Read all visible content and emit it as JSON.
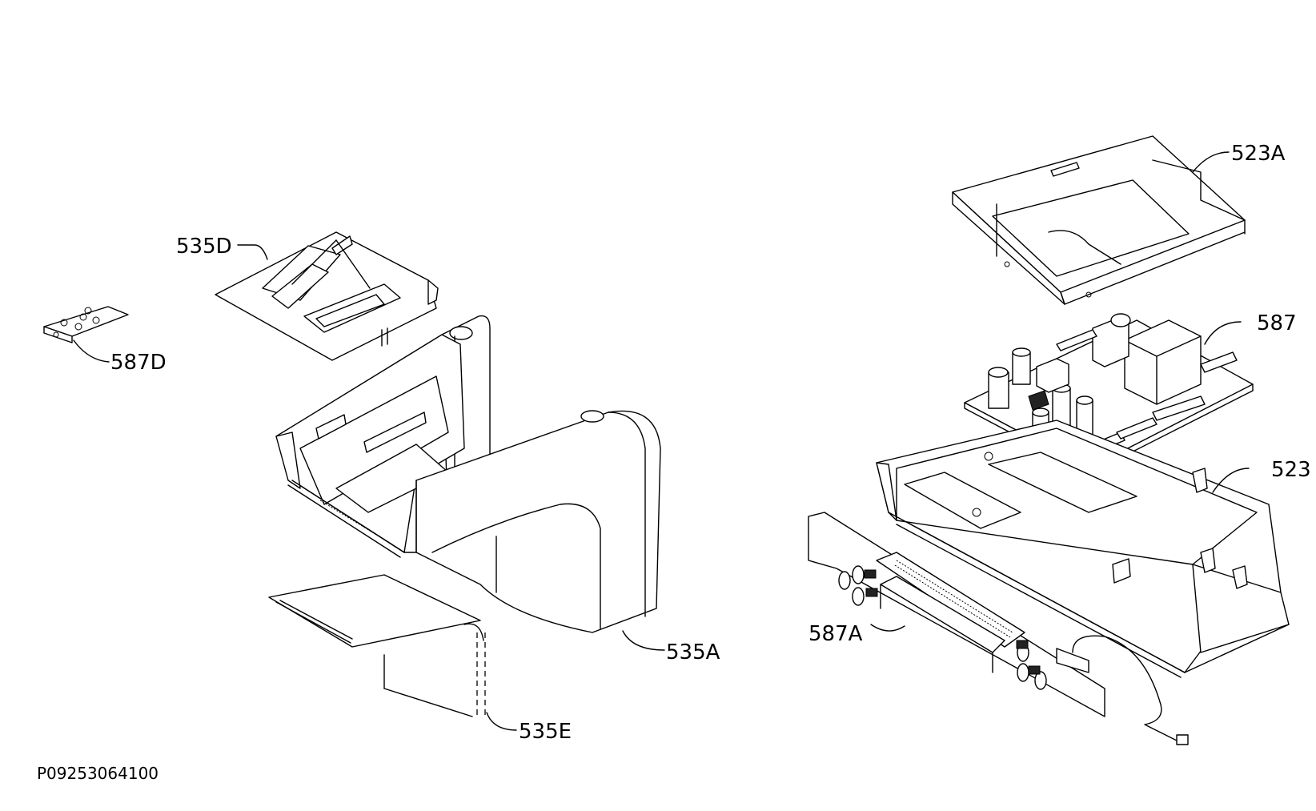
{
  "document_id": "P09253064100",
  "callouts": {
    "c587D": "587D",
    "c535D": "535D",
    "c535A": "535A",
    "c535E": "535E",
    "c523A": "523A",
    "c587": "587",
    "c523": "523",
    "c587A": "587A"
  }
}
